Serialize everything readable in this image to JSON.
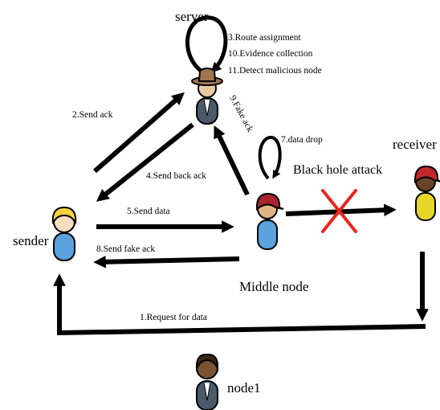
{
  "nodes": {
    "server": {
      "label": "server",
      "head_color": "#a0744f",
      "shirt_color": "#4b5a6b",
      "skin": "#e8c9a3"
    },
    "sender": {
      "label": "sender",
      "head_color": "#f4d23c",
      "shirt_color": "#5aa2e0",
      "skin": "#f7dcbf"
    },
    "middle": {
      "label": "Middle node",
      "head_color": "#a8242c",
      "shirt_color": "#5aa2e0",
      "skin": "#e0b483"
    },
    "receiver": {
      "label": "receiver",
      "head_color": "#c0272d",
      "shirt_color": "#e6d72a",
      "skin": "#6b4226"
    },
    "node1": {
      "label": "node1",
      "head_color": "#3a2614",
      "shirt_color": "#4b5a6b",
      "skin": "#7a5232"
    }
  },
  "steps": {
    "s1": "1.Request  for  data",
    "s2": "2.Send  ack",
    "s3": "3.Route  assignment",
    "s4": "4.Send back ack",
    "s5": "5.Send data",
    "s7": "7.data  drop",
    "s8": "8.Send fake ack",
    "s9": "9.Fake ack",
    "s10": "10.Evidence  collection",
    "s11": "11.Detect malicious node"
  },
  "attack_label": "Black hole attack",
  "colors": {
    "arrow": "#000000",
    "cross": "#e8261c"
  }
}
